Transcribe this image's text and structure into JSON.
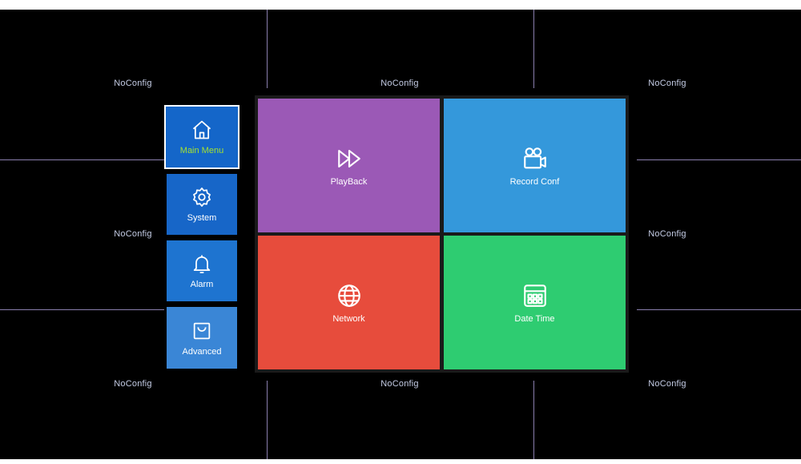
{
  "colors": {
    "background": "#000000",
    "grid_line": "#8a7fae",
    "active_label": "#a6e22e"
  },
  "channels": [
    {
      "label": "NoConfig"
    },
    {
      "label": "NoConfig"
    },
    {
      "label": "NoConfig"
    },
    {
      "label": "NoConfig"
    },
    {
      "label": "NoConfig"
    },
    {
      "label": "NoConfig"
    },
    {
      "label": "NoConfig"
    },
    {
      "label": "NoConfig"
    }
  ],
  "side_menu": {
    "items": [
      {
        "label": "Main Menu",
        "icon": "home-icon",
        "color": "#1466c9",
        "active": true
      },
      {
        "label": "System",
        "icon": "gear-icon",
        "color": "#1766c8"
      },
      {
        "label": "Alarm",
        "icon": "bell-icon",
        "color": "#1e74d0"
      },
      {
        "label": "Advanced",
        "icon": "bag-icon",
        "color": "#3a86d6"
      }
    ]
  },
  "tiles": [
    {
      "label": "PlayBack",
      "icon": "fast-forward-icon",
      "color": "#9b59b6"
    },
    {
      "label": "Record Conf",
      "icon": "video-camera-icon",
      "color": "#3498db"
    },
    {
      "label": "Network",
      "icon": "globe-icon",
      "color": "#e74c3c"
    },
    {
      "label": "Date Time",
      "icon": "calendar-icon",
      "color": "#2ecc71"
    }
  ]
}
